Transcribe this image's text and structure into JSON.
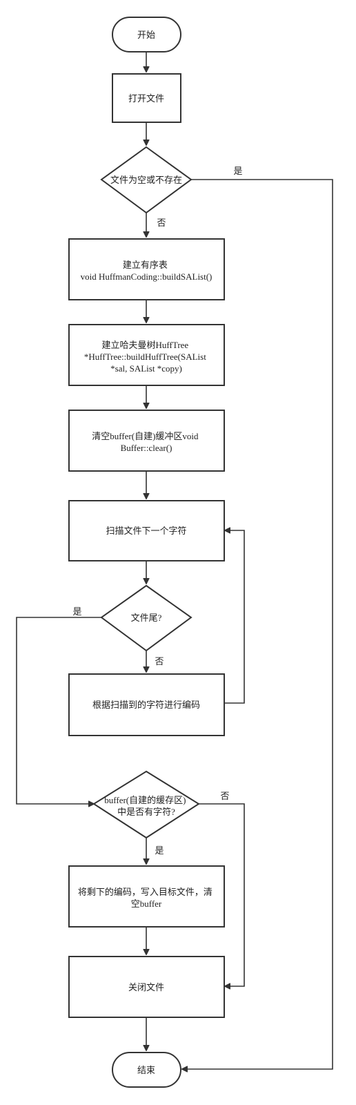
{
  "nodes": {
    "start": [
      "开始"
    ],
    "open_file": [
      "打开文件"
    ],
    "check_empty": [
      "文件为空或不存在"
    ],
    "build_salist": [
      "建立有序表",
      "void HuffmanCoding::buildSAList()"
    ],
    "build_hufftree": [
      "建立哈夫曼树HuffTree",
      "*HuffTree::buildHuffTree(SAList",
      "*sal, SAList *copy)"
    ],
    "clear_buffer": [
      "清空buffer(自建)缓冲区void",
      "Buffer::clear()"
    ],
    "scan_char": [
      "扫描文件下一个字符"
    ],
    "eof_check": [
      "文件尾?"
    ],
    "encode_char": [
      "根据扫描到的字符进行编码"
    ],
    "buffer_check": [
      "buffer(自建的缓存区)",
      "中是否有字符?"
    ],
    "write_remaining": [
      "将剩下的编码，写入目标文件，清",
      "空buffer"
    ],
    "close_file": [
      "关闭文件"
    ],
    "end": [
      "结束"
    ]
  },
  "edge_labels": {
    "empty_yes": "是",
    "empty_no": "否",
    "eof_yes": "是",
    "eof_no": "否",
    "buffer_no": "否",
    "buffer_yes": "是"
  }
}
